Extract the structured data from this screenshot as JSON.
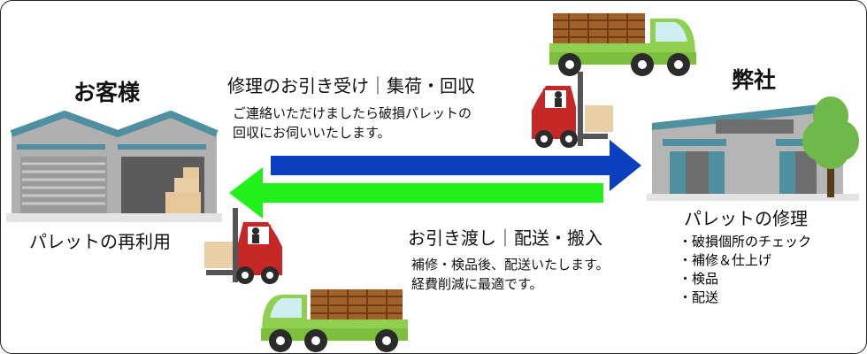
{
  "customer": {
    "title": "お客様",
    "caption": "パレットの再利用"
  },
  "company": {
    "title": "弊社",
    "caption": "パレットの修理",
    "tasks": [
      "・破損個所のチェック",
      "・補修＆仕上げ",
      "・検品",
      "・配送"
    ]
  },
  "pickup": {
    "heading": "修理のお引き受け｜集荷・回収",
    "description": [
      "ご連絡いただけましたら破損パレットの",
      "回収にお伺いいたします。"
    ]
  },
  "delivery": {
    "heading": "お引き渡し｜配送・搬入",
    "description": [
      "補修・検品後、配送いたします。",
      "経費削減に最適です。"
    ]
  },
  "colors": {
    "pickup_arrow": "#0a3fbf",
    "delivery_arrow": "#22f01a",
    "truck_cab": "#8fd14f",
    "cargo_wood": "#a0622a",
    "forklift": "#c62828",
    "building": "#b5b5b5",
    "roof": "#4e8fa0",
    "tree": "#6fb84a"
  }
}
